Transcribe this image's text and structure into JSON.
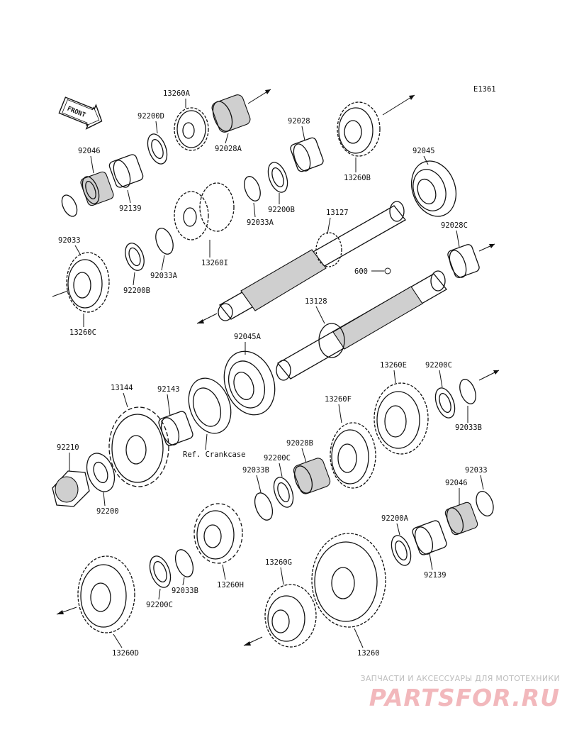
{
  "diagram_code": "E1361",
  "front_label": "FRONT",
  "reference_note": "Ref. Crankcase",
  "callouts": {
    "p13260A": "13260A",
    "p92200D": "92200D",
    "p92028A": "92028A",
    "p92028": "92028",
    "p13260B": "13260B",
    "p92046_top": "92046",
    "p92139_top": "92139",
    "p92045": "92045",
    "p92033A_mid": "92033A",
    "p92200B_mid": "92200B",
    "p13127": "13127",
    "p92028C": "92028C",
    "p92033": "92033",
    "p13260I": "13260I",
    "p92033A_low": "92033A",
    "p92200B_low": "92200B",
    "p600": "600",
    "p13260C": "13260C",
    "p13128": "13128",
    "p92045A": "92045A",
    "p13260E": "13260E",
    "p92200C_right": "92200C",
    "p13144": "13144",
    "p92143": "92143",
    "p92033B_right": "92033B",
    "p13260F": "13260F",
    "p92210": "92210",
    "p92028B": "92028B",
    "p92200C_mid": "92200C",
    "p92033B_mid": "92033B",
    "p92033_right": "92033",
    "p92046_right": "92046",
    "p92200": "92200",
    "p92200A": "92200A",
    "p13260G": "13260G",
    "p92139_right": "92139",
    "p92033B_low": "92033B",
    "p13260H": "13260H",
    "p92200C_low": "92200C",
    "p13260D": "13260D",
    "p13260": "13260"
  },
  "watermark": {
    "tagline": "ЗАПЧАСТИ И АКСЕССУАРЫ ДЛЯ МОТОТЕХНИКИ",
    "brand": "PARTSFOR.RU"
  },
  "colors": {
    "line": "#111111",
    "watermark_text": "#bdbdbd",
    "watermark_logo": "#f2b8bc"
  }
}
